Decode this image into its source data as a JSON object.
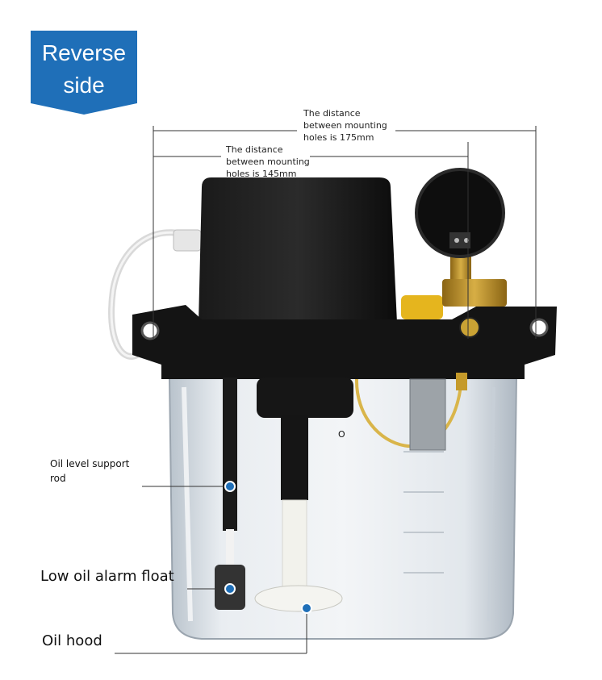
{
  "badge": {
    "line1": "Reverse",
    "line2": "side",
    "color": "#1f6fb8"
  },
  "callouts": {
    "distance_175": {
      "line1": "The distance",
      "line2": "between mounting",
      "line3": "holes is 175mm"
    },
    "distance_145": {
      "line1": "The distance",
      "line2": "between mounting",
      "line3": "holes is 145mm"
    }
  },
  "labels": {
    "support_rod_line1": "Oil level support",
    "support_rod_line2": "rod",
    "alarm_float": "Low oil alarm float",
    "oil_hood": "Oil hood"
  },
  "tank_mark": "O",
  "colors": {
    "marker": "#1f6fb8",
    "body": "#111111",
    "brass": "#c59a2a",
    "tube": "#d9b54a"
  }
}
